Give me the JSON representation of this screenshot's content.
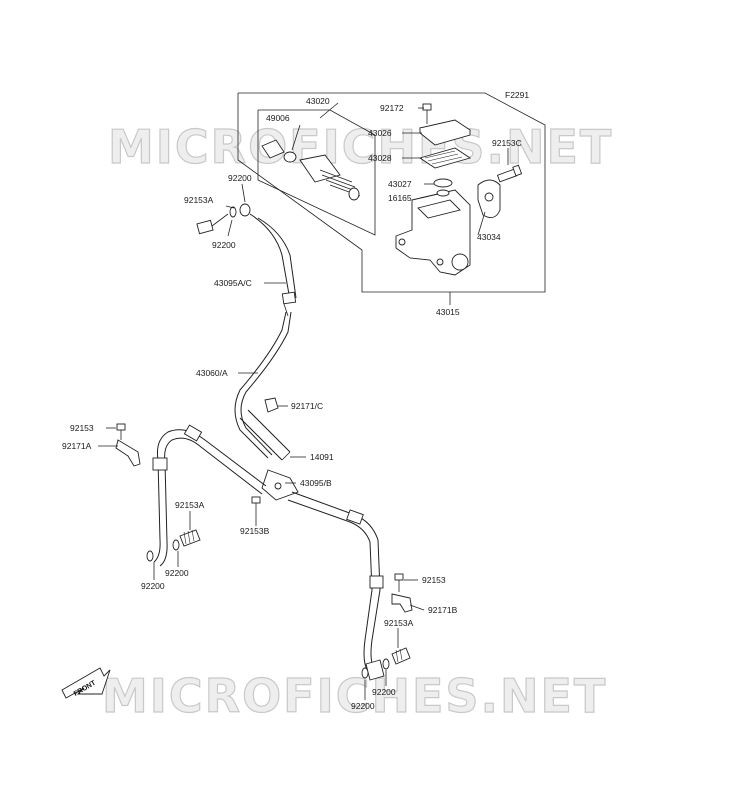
{
  "figure_id": "F2291",
  "watermark": "MICROFICHES.NET",
  "front_arrow_label": "FRONT",
  "part_numbers": {
    "p43020": "43020",
    "p92172": "92172",
    "p49006": "49006",
    "p43026": "43026",
    "p43028": "43028",
    "p92153C": "92153C",
    "p43027": "43027",
    "p16165": "16165",
    "p43034": "43034",
    "p43015": "43015",
    "p92200_top1": "92200",
    "p92153A_top": "92153A",
    "p92200_top2": "92200",
    "p43095AC": "43095A/C",
    "p43060A": "43060/A",
    "p92171C": "92171/C",
    "p14091": "14091",
    "p92153_left": "92153",
    "p92171A": "92171A",
    "p43095B": "43095/B",
    "p92153B": "92153B",
    "p92153A_left": "92153A",
    "p92200_left1": "92200",
    "p92200_left2": "92200",
    "p92153_right": "92153",
    "p92171B": "92171B",
    "p92153A_right": "92153A",
    "p92200_right1": "92200",
    "p92200_right2": "92200"
  }
}
